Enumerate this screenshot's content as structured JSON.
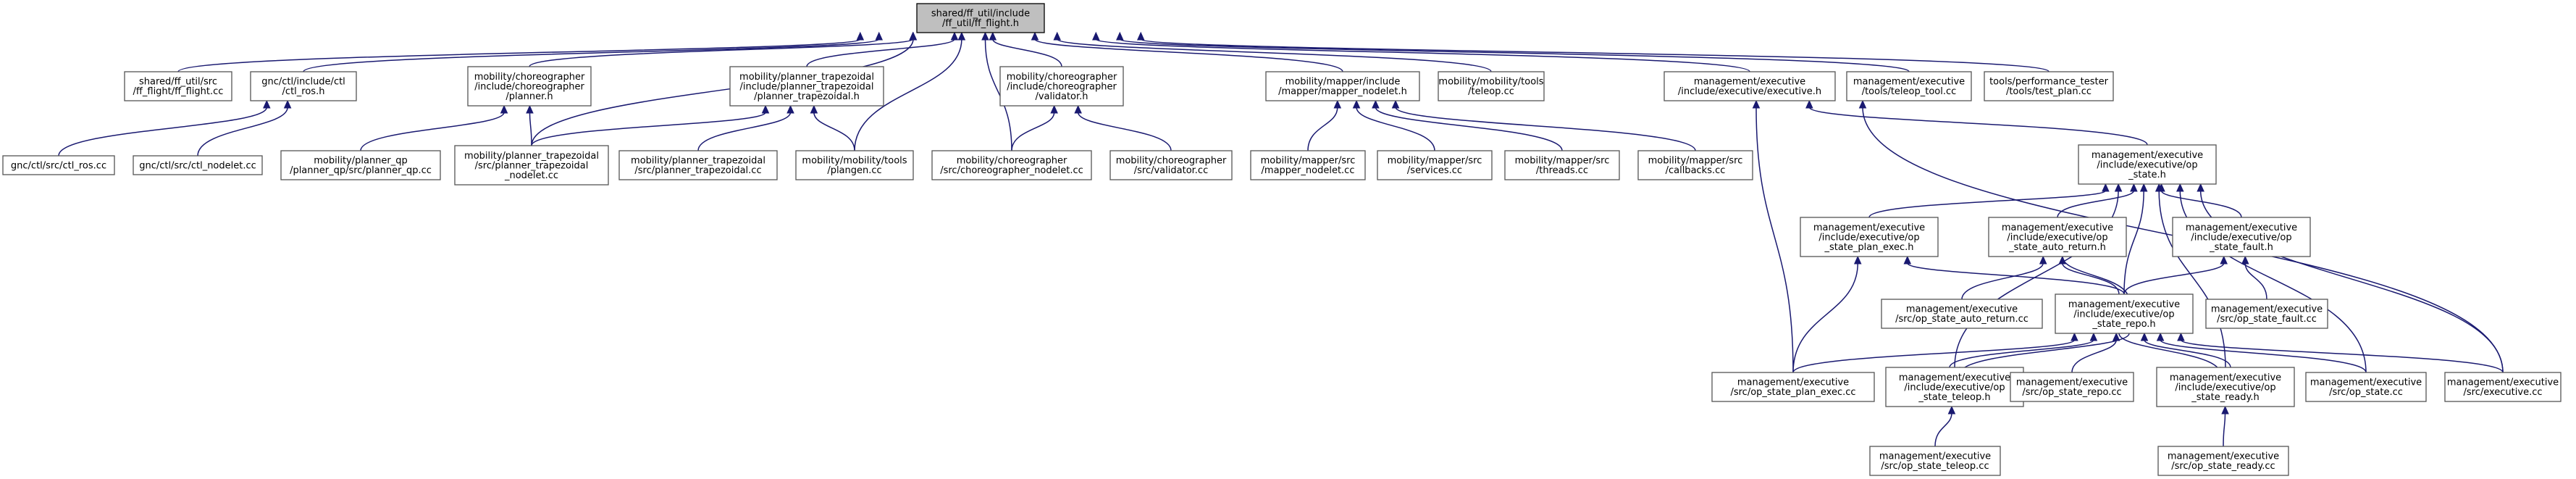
{
  "nodes": [
    {
      "id": "ff_flight_h",
      "lines": [
        "shared/ff_util/include",
        "/ff_util/ff_flight.h"
      ],
      "root": true
    },
    {
      "id": "ff_flight_cc",
      "lines": [
        "shared/ff_util/src",
        "/ff_flight/ff_flight.cc"
      ]
    },
    {
      "id": "ctl_ros_h",
      "lines": [
        "gnc/ctl/include/ctl",
        "/ctl_ros.h"
      ]
    },
    {
      "id": "planner_h",
      "lines": [
        "mobility/choreographer",
        "/include/choreographer",
        "/planner.h"
      ]
    },
    {
      "id": "planner_trap_h",
      "lines": [
        "mobility/planner_trapezoidal",
        "/include/planner_trapezoidal",
        "/planner_trapezoidal.h"
      ]
    },
    {
      "id": "validator_h",
      "lines": [
        "mobility/choreographer",
        "/include/choreographer",
        "/validator.h"
      ]
    },
    {
      "id": "mapper_nodelet_h",
      "lines": [
        "mobility/mapper/include",
        "/mapper/mapper_nodelet.h"
      ]
    },
    {
      "id": "teleop_cc",
      "lines": [
        "mobility/mobility/tools",
        "/teleop.cc"
      ]
    },
    {
      "id": "executive_h",
      "lines": [
        "management/executive",
        "/include/executive/executive.h"
      ]
    },
    {
      "id": "teleop_tool_cc",
      "lines": [
        "management/executive",
        "/tools/teleop_tool.cc"
      ]
    },
    {
      "id": "test_plan_cc",
      "lines": [
        "tools/performance_tester",
        "/tools/test_plan.cc"
      ]
    },
    {
      "id": "ctl_ros_cc",
      "lines": [
        "gnc/ctl/src/ctl_ros.cc"
      ]
    },
    {
      "id": "ctl_nodelet_cc",
      "lines": [
        "gnc/ctl/src/ctl_nodelet.cc"
      ]
    },
    {
      "id": "planner_qp_cc",
      "lines": [
        "mobility/planner_qp",
        "/planner_qp/src/planner_qp.cc"
      ]
    },
    {
      "id": "planner_trap_nodelet_cc",
      "lines": [
        "mobility/planner_trapezoidal",
        "/src/planner_trapezoidal",
        "_nodelet.cc"
      ]
    },
    {
      "id": "planner_trap_cc",
      "lines": [
        "mobility/planner_trapezoidal",
        "/src/planner_trapezoidal.cc"
      ]
    },
    {
      "id": "plangen_cc",
      "lines": [
        "mobility/mobility/tools",
        "/plangen.cc"
      ]
    },
    {
      "id": "choreographer_nodelet_cc",
      "lines": [
        "mobility/choreographer",
        "/src/choreographer_nodelet.cc"
      ]
    },
    {
      "id": "validator_cc",
      "lines": [
        "mobility/choreographer",
        "/src/validator.cc"
      ]
    },
    {
      "id": "mapper_nodelet_cc",
      "lines": [
        "mobility/mapper/src",
        "/mapper_nodelet.cc"
      ]
    },
    {
      "id": "services_cc",
      "lines": [
        "mobility/mapper/src",
        "/services.cc"
      ]
    },
    {
      "id": "threads_cc",
      "lines": [
        "mobility/mapper/src",
        "/threads.cc"
      ]
    },
    {
      "id": "callbacks_cc",
      "lines": [
        "mobility/mapper/src",
        "/callbacks.cc"
      ]
    },
    {
      "id": "op_state_h",
      "lines": [
        "management/executive",
        "/include/executive/op",
        "_state.h"
      ]
    },
    {
      "id": "op_state_plan_exec_h",
      "lines": [
        "management/executive",
        "/include/executive/op",
        "_state_plan_exec.h"
      ]
    },
    {
      "id": "op_state_auto_return_h",
      "lines": [
        "management/executive",
        "/include/executive/op",
        "_state_auto_return.h"
      ]
    },
    {
      "id": "op_state_fault_h",
      "lines": [
        "management/executive",
        "/include/executive/op",
        "_state_fault.h"
      ]
    },
    {
      "id": "op_state_auto_return_cc",
      "lines": [
        "management/executive",
        "/src/op_state_auto_return.cc"
      ]
    },
    {
      "id": "op_state_repo_h",
      "lines": [
        "management/executive",
        "/include/executive/op",
        "_state_repo.h"
      ]
    },
    {
      "id": "op_state_fault_cc",
      "lines": [
        "management/executive",
        "/src/op_state_fault.cc"
      ]
    },
    {
      "id": "op_state_plan_exec_cc",
      "lines": [
        "management/executive",
        "/src/op_state_plan_exec.cc"
      ]
    },
    {
      "id": "op_state_teleop_h",
      "lines": [
        "management/executive",
        "/include/executive/op",
        "_state_teleop.h"
      ]
    },
    {
      "id": "op_state_repo_cc",
      "lines": [
        "management/executive",
        "/src/op_state_repo.cc"
      ]
    },
    {
      "id": "op_state_ready_h",
      "lines": [
        "management/executive",
        "/include/executive/op",
        "_state_ready.h"
      ]
    },
    {
      "id": "op_state_cc",
      "lines": [
        "management/executive",
        "/src/op_state.cc"
      ]
    },
    {
      "id": "executive_cc",
      "lines": [
        "management/executive",
        "/src/executive.cc"
      ]
    },
    {
      "id": "op_state_teleop_cc",
      "lines": [
        "management/executive",
        "/src/op_state_teleop.cc"
      ]
    },
    {
      "id": "op_state_ready_cc",
      "lines": [
        "management/executive",
        "/src/op_state_ready.cc"
      ]
    }
  ],
  "edges": [
    [
      "ff_flight_h",
      "ff_flight_cc"
    ],
    [
      "ff_flight_h",
      "ctl_ros_h"
    ],
    [
      "ff_flight_h",
      "planner_h"
    ],
    [
      "ff_flight_h",
      "planner_trap_h"
    ],
    [
      "ff_flight_h",
      "planner_trap_nodelet_cc"
    ],
    [
      "ff_flight_h",
      "plangen_cc"
    ],
    [
      "ff_flight_h",
      "choreographer_nodelet_cc"
    ],
    [
      "ff_flight_h",
      "validator_h"
    ],
    [
      "ff_flight_h",
      "mapper_nodelet_h"
    ],
    [
      "ff_flight_h",
      "teleop_cc"
    ],
    [
      "ff_flight_h",
      "executive_h"
    ],
    [
      "ff_flight_h",
      "teleop_tool_cc"
    ],
    [
      "ff_flight_h",
      "test_plan_cc"
    ],
    [
      "ctl_ros_h",
      "ctl_ros_cc"
    ],
    [
      "ctl_ros_h",
      "ctl_nodelet_cc"
    ],
    [
      "planner_h",
      "planner_qp_cc"
    ],
    [
      "planner_h",
      "planner_trap_nodelet_cc"
    ],
    [
      "planner_trap_h",
      "planner_trap_nodelet_cc"
    ],
    [
      "planner_trap_h",
      "planner_trap_cc"
    ],
    [
      "planner_trap_h",
      "plangen_cc"
    ],
    [
      "validator_h",
      "choreographer_nodelet_cc"
    ],
    [
      "validator_h",
      "validator_cc"
    ],
    [
      "mapper_nodelet_h",
      "mapper_nodelet_cc"
    ],
    [
      "mapper_nodelet_h",
      "services_cc"
    ],
    [
      "mapper_nodelet_h",
      "threads_cc"
    ],
    [
      "mapper_nodelet_h",
      "callbacks_cc"
    ],
    [
      "executive_h",
      "op_state_h"
    ],
    [
      "executive_h",
      "op_state_plan_exec_cc"
    ],
    [
      "executive_h",
      "executive_cc"
    ],
    [
      "op_state_h",
      "op_state_plan_exec_h"
    ],
    [
      "op_state_h",
      "op_state_auto_return_h"
    ],
    [
      "op_state_h",
      "op_state_fault_h"
    ],
    [
      "op_state_h",
      "op_state_repo_h"
    ],
    [
      "op_state_h",
      "op_state_teleop_h"
    ],
    [
      "op_state_h",
      "op_state_ready_h"
    ],
    [
      "op_state_h",
      "op_state_cc"
    ],
    [
      "op_state_h",
      "executive_cc"
    ],
    [
      "op_state_plan_exec_h",
      "op_state_repo_h"
    ],
    [
      "op_state_plan_exec_h",
      "op_state_plan_exec_cc"
    ],
    [
      "op_state_auto_return_h",
      "op_state_auto_return_cc"
    ],
    [
      "op_state_auto_return_h",
      "op_state_repo_h"
    ],
    [
      "op_state_repo_h",
      "op_state_auto_return_h"
    ],
    [
      "op_state_fault_h",
      "op_state_repo_h"
    ],
    [
      "op_state_fault_h",
      "op_state_fault_cc"
    ],
    [
      "op_state_repo_h",
      "op_state_plan_exec_cc"
    ],
    [
      "op_state_repo_h",
      "op_state_teleop_h"
    ],
    [
      "op_state_teleop_h",
      "op_state_repo_h"
    ],
    [
      "op_state_repo_h",
      "op_state_repo_cc"
    ],
    [
      "op_state_repo_h",
      "op_state_ready_h"
    ],
    [
      "op_state_ready_h",
      "op_state_repo_h"
    ],
    [
      "op_state_repo_h",
      "op_state_cc"
    ],
    [
      "op_state_repo_h",
      "executive_cc"
    ],
    [
      "op_state_teleop_h",
      "op_state_teleop_cc"
    ],
    [
      "op_state_ready_h",
      "op_state_ready_cc"
    ]
  ]
}
